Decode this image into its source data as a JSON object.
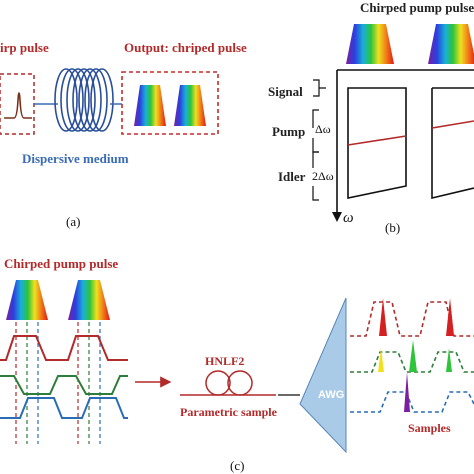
{
  "panel_a": {
    "input_label": "irp pulse",
    "output_label": "Output: chriped pulse",
    "medium_label": "Dispersive medium",
    "caption": "(a)"
  },
  "panel_b": {
    "title": "Chirped pump pulse",
    "signal_label": "Signal",
    "pump_label": "Pump",
    "pump_delta": "Δω",
    "idler_label": "Idler",
    "idler_delta": "2Δω",
    "axis_label": "ω",
    "caption": "(b)"
  },
  "panel_c": {
    "title": "Chirped pump pulse",
    "hnlf_label": "HNLF2",
    "parametric_label": "Parametric sample",
    "awg_label": "AWG",
    "samples_label": "Samples",
    "caption": "(c)"
  },
  "colors": {
    "red": "#b22a2a",
    "green": "#2e7d3a",
    "blue": "#2a6db5",
    "awg_fill": "#a9cbe8"
  }
}
